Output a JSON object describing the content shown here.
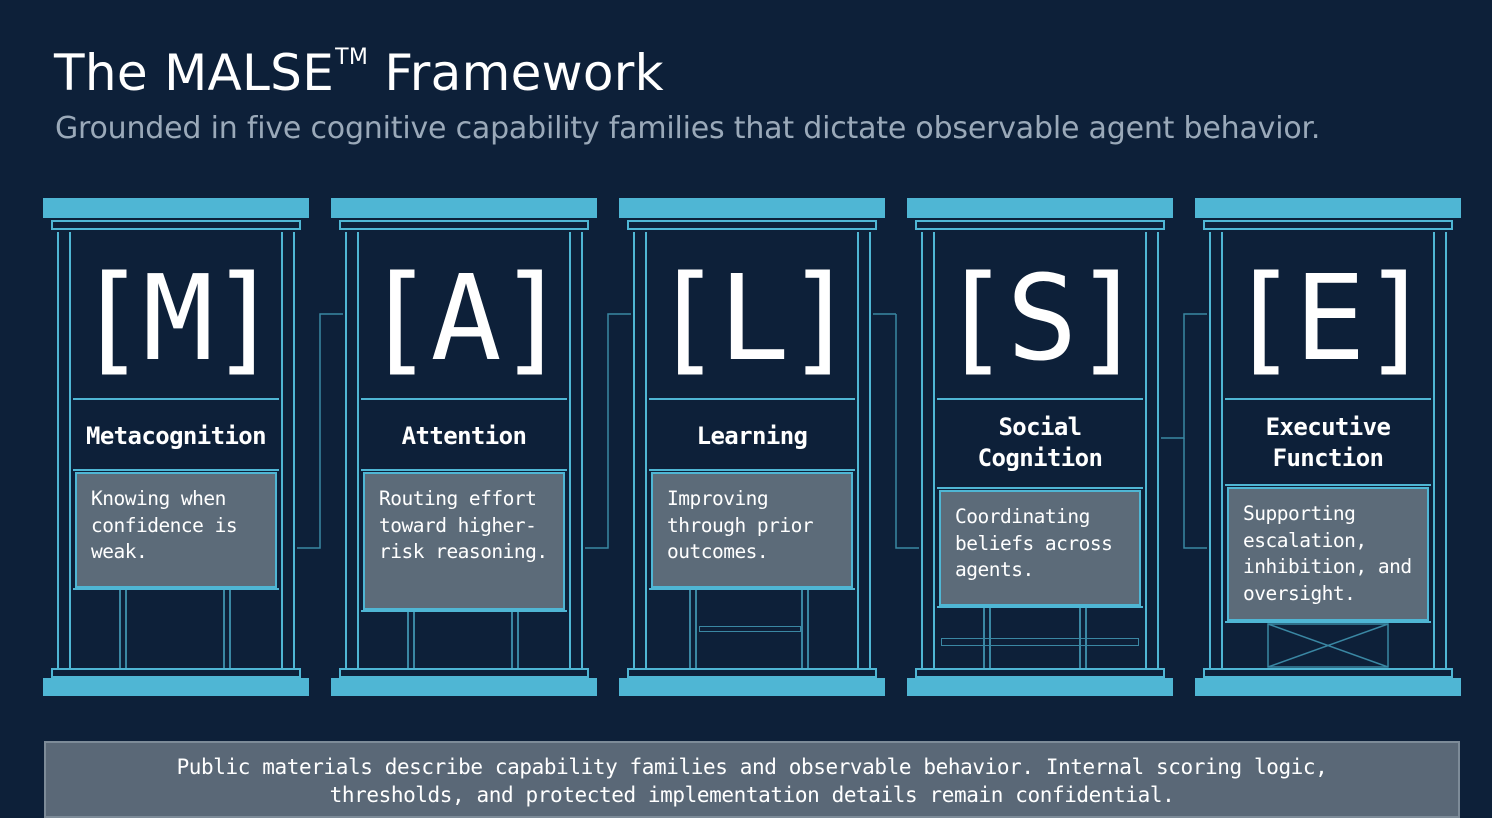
{
  "header": {
    "title": "The MALSE",
    "title_tm": "TM",
    "title_rest": "Framework",
    "subtitle": "Grounded in five cognitive capability families that dictate observable agent behavior."
  },
  "pillars": [
    {
      "letter": "[M]",
      "name": "Metacognition",
      "description": "Knowing when confidence is weak."
    },
    {
      "letter": "[A]",
      "name": "Attention",
      "description": "Routing effort toward higher-risk reasoning."
    },
    {
      "letter": "[L]",
      "name": "Learning",
      "description": "Improving through prior outcomes."
    },
    {
      "letter": "[S]",
      "name": "Social Cognition",
      "description": "Coordinating beliefs across agents."
    },
    {
      "letter": "[E]",
      "name": "Executive Function",
      "description": "Supporting escalation, inhibition, and oversight."
    }
  ],
  "footer": {
    "line1": "Public materials describe capability families and observable behavior. Internal scoring logic,",
    "line2": "thresholds, and protected implementation details remain confidential."
  },
  "colors": {
    "background": "#0d2039",
    "accent": "#4fb6d4",
    "panel": "#5c6b79"
  }
}
